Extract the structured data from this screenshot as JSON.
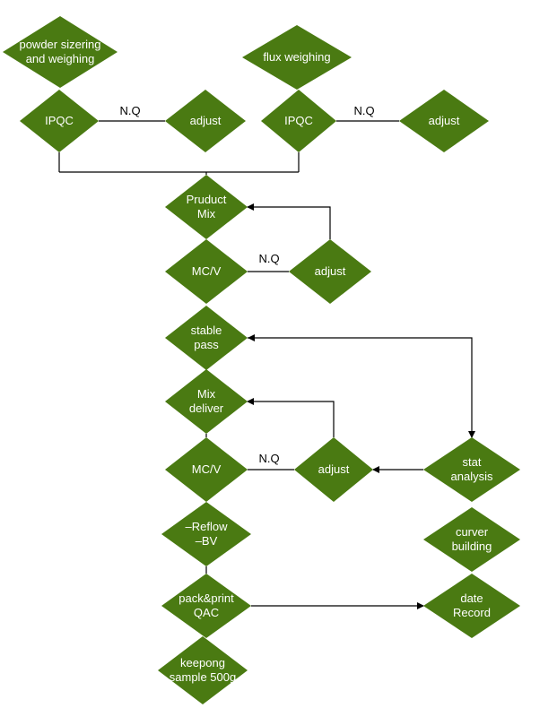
{
  "colors": {
    "node_fill": "#4a7a12",
    "edge": "#000000",
    "node_text": "#ffffff",
    "background": "#ffffff"
  },
  "nodes": [
    {
      "id": "powder",
      "lines": [
        "powder sizering",
        "and weighing"
      ]
    },
    {
      "id": "flux",
      "lines": [
        "flux  weighing"
      ]
    },
    {
      "id": "ipqc1",
      "lines": [
        "IPQC"
      ]
    },
    {
      "id": "adjust1",
      "lines": [
        "adjust"
      ]
    },
    {
      "id": "ipqc2",
      "lines": [
        "IPQC"
      ]
    },
    {
      "id": "adjust2",
      "lines": [
        "adjust"
      ]
    },
    {
      "id": "product-mix",
      "lines": [
        "Pruduct",
        "Mix"
      ]
    },
    {
      "id": "mcv1",
      "lines": [
        "MC/V"
      ]
    },
    {
      "id": "adjust3",
      "lines": [
        "adjust"
      ]
    },
    {
      "id": "stable-pass",
      "lines": [
        "stable",
        "pass"
      ]
    },
    {
      "id": "mix-deliver",
      "lines": [
        "Mix",
        "deliver"
      ]
    },
    {
      "id": "mcv2",
      "lines": [
        "MC/V"
      ]
    },
    {
      "id": "adjust4",
      "lines": [
        "adjust"
      ]
    },
    {
      "id": "stat-analysis",
      "lines": [
        "stat",
        "analysis"
      ]
    },
    {
      "id": "reflow-bv",
      "lines": [
        "–Reflow",
        "–BV"
      ]
    },
    {
      "id": "curver-building",
      "lines": [
        "curver",
        "building"
      ]
    },
    {
      "id": "pack-print",
      "lines": [
        "pack&print",
        "QAC"
      ]
    },
    {
      "id": "date-record",
      "lines": [
        "date",
        "Record"
      ]
    },
    {
      "id": "keeping-sample",
      "lines": [
        "keepong",
        "sample 500g"
      ]
    }
  ],
  "edge_labels": [
    {
      "id": "nq1",
      "text": "N.Q"
    },
    {
      "id": "nq2",
      "text": "N.Q"
    },
    {
      "id": "nq3",
      "text": "N.Q"
    },
    {
      "id": "nq4",
      "text": "N.Q"
    }
  ]
}
